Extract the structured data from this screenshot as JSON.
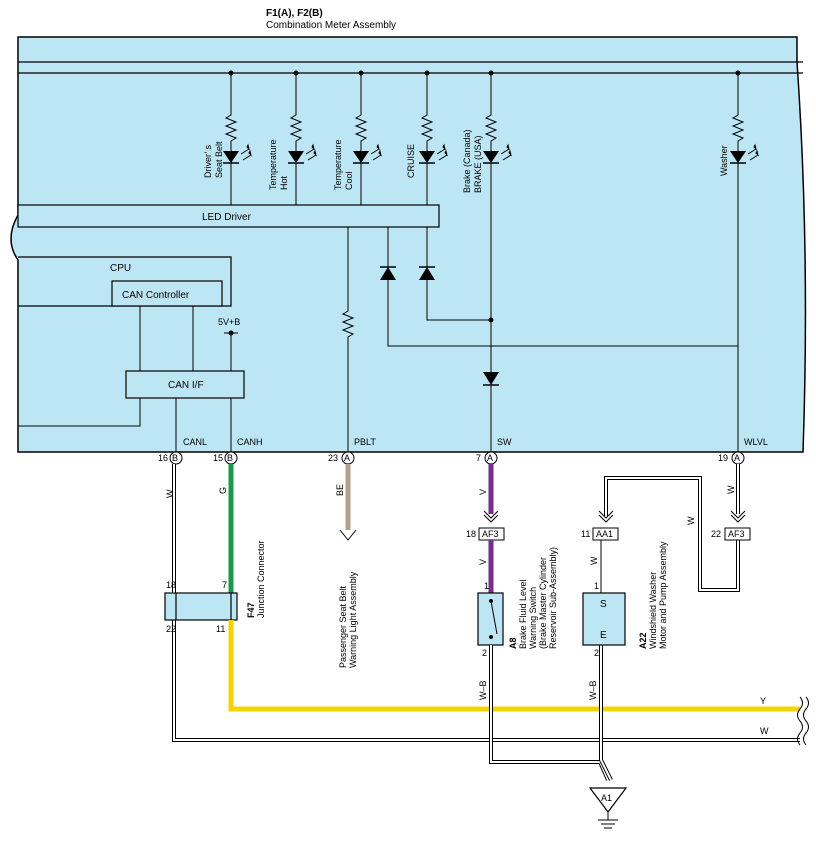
{
  "header": {
    "connector_ids": "F1(A), F2(B)",
    "assembly_name": "Combination Meter Assembly"
  },
  "indicators": [
    {
      "line1": "Driver’ s",
      "line2": "Seat Belt"
    },
    {
      "line1": "Temperature",
      "line2": "Hot"
    },
    {
      "line1": "Temperature",
      "line2": "Cool"
    },
    {
      "line1": "CRUISE",
      "line2": ""
    },
    {
      "line1": "Brake (Canada)",
      "line2": "BRAKE (USA)"
    },
    {
      "line1": "Washer",
      "line2": ""
    }
  ],
  "blocks": {
    "led_driver": "LED Driver",
    "cpu": "CPU",
    "can_controller": "CAN Controller",
    "can_if": "CAN I/F",
    "supply": "5V+B"
  },
  "terminals": [
    {
      "name": "CANL",
      "pin": "16",
      "conn": "B"
    },
    {
      "name": "CANH",
      "pin": "15",
      "conn": "B"
    },
    {
      "name": "PBLT",
      "pin": "23",
      "conn": "A"
    },
    {
      "name": "SW",
      "pin": "7",
      "conn": "A"
    },
    {
      "name": "WLVL",
      "pin": "19",
      "conn": "A"
    }
  ],
  "wires": {
    "w1": "W",
    "g": "G",
    "be": "BE",
    "v1": "V",
    "v2": "V",
    "w2": "W",
    "w3": "W",
    "wb1": "W–B",
    "wb2": "W–B",
    "bus_y": "Y",
    "bus_w": "W"
  },
  "wire_colors": {
    "green": "#1a9a46",
    "violet": "#7a2b8f",
    "beige": "#b5a08c",
    "yellow": "#f5d400",
    "panel": "#bde6f5"
  },
  "connectors": {
    "af3_left": {
      "pin": "18",
      "name": "AF3"
    },
    "aa1": {
      "pin": "11",
      "name": "AA1"
    },
    "af3_right": {
      "pin": "22",
      "name": "AF3"
    }
  },
  "junction": {
    "id": "F47",
    "name": "Junction Connector",
    "pin_tl": "18",
    "pin_tr": "7",
    "pin_bl": "22",
    "pin_br": "11"
  },
  "passenger_seat_belt": {
    "line1": "Passenger Seat Belt",
    "line2": "Warning Light Assembly"
  },
  "brake_switch": {
    "id": "A8",
    "line1": "Brake Fluid Level",
    "line2": "Warning Switch",
    "line3": "(Brake Master Cylinder",
    "line4": "Reservoir Sub-Assembly)",
    "pin_top": "1",
    "pin_bottom": "2"
  },
  "washer_motor": {
    "id": "A22",
    "line1": "Windshield Washer",
    "line2": "Motor and Pump Assembly",
    "term_s": "S",
    "term_e": "E",
    "pin_top": "1",
    "pin_bottom": "2"
  },
  "ground": {
    "id": "A1"
  }
}
